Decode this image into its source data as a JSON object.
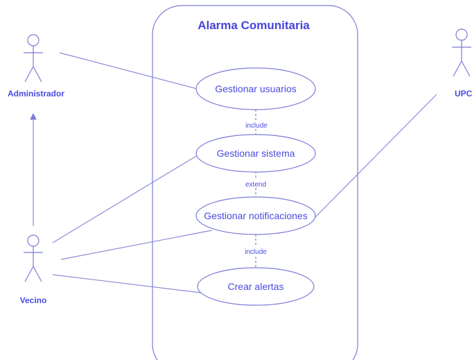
{
  "diagram": {
    "system_title": "Alarma Comunitaria",
    "use_cases": {
      "gestionar_usuarios": "Gestionar usuarios",
      "gestionar_sistema": "Gestionar sistema",
      "gestionar_notificaciones": "Gestionar notificaciones",
      "crear_alertas": "Crear alertas"
    },
    "actors": {
      "administrador": "Administrador",
      "vecino": "Vecino",
      "upc": "UPC"
    },
    "relations": {
      "include_1": "include",
      "extend_1": "extend",
      "include_2": "include"
    }
  },
  "colors": {
    "primary": "#4a4ae0",
    "line": "#7b7bd9"
  }
}
